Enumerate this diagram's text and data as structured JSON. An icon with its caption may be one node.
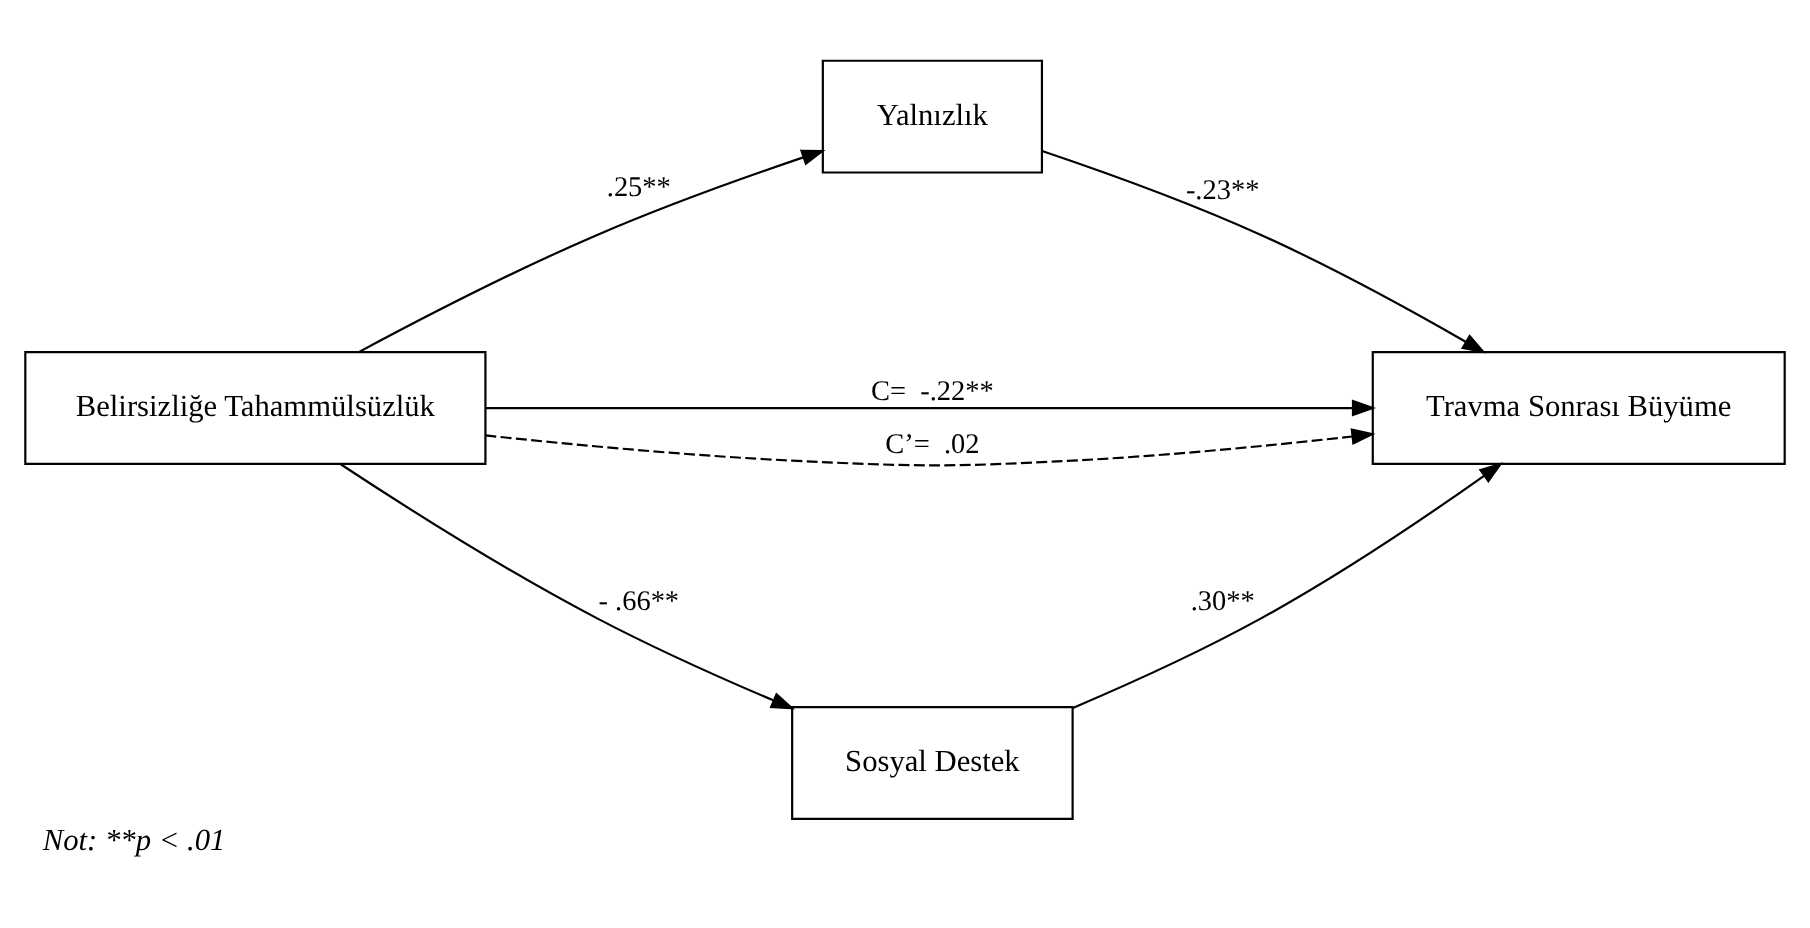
{
  "diagram": {
    "caption": "Not: **p < .01",
    "nodes": [
      {
        "text": [
          "Yalnızlık"
        ]
      },
      {
        "text": [
          "Belirsizliğe Tahammülsüzlük"
        ]
      },
      {
        "text": [
          "Travma Sonrası Büyüme"
        ]
      },
      {
        "text": [
          "Sosyal Destek"
        ]
      }
    ],
    "edges": [
      {
        "from": 1,
        "to": 0,
        "arrow": "to",
        "label": ".25**"
      },
      {
        "from": 0,
        "to": 2,
        "arrow": "to",
        "label": "-.23**"
      },
      {
        "from": 1,
        "to": 2,
        "arrow": "to",
        "label": "C=  -.22**"
      },
      {
        "from": 1,
        "to": 2,
        "arrow": "to",
        "label": "C’=  .02",
        "style": "dashed"
      },
      {
        "from": 1,
        "to": 3,
        "arrow": "to",
        "label": "- .66**"
      },
      {
        "from": 3,
        "to": 2,
        "arrow": "to",
        "label": ".30**"
      }
    ]
  }
}
